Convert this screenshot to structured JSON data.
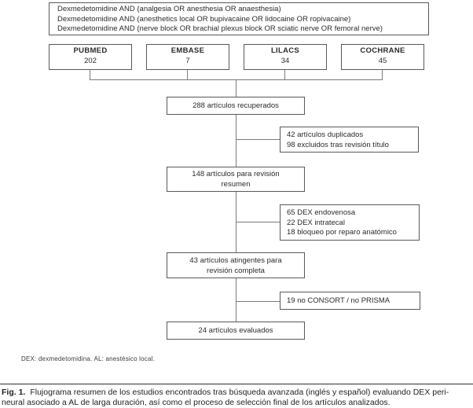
{
  "figure": {
    "kind": "study-selection-flow-diagram",
    "colors": {
      "box_border": "#595959",
      "connector": "#7b7b7b",
      "text": "#2b2b2b",
      "background": "#ffffff"
    }
  },
  "search_box": {
    "lines": [
      "Dexmedetomidine AND (analgesia OR anesthesia OR anaesthesia)",
      "Dexmedetomidine AND (anesthetics local OR bupivacaine OR lidocaine OR ropivacaine)",
      "Dexmedetomidine AND (nerve block OR brachial plexus block OR sciatic nerve OR femoral nerve)"
    ]
  },
  "databases": [
    {
      "name": "PUBMED",
      "count": "202"
    },
    {
      "name": "EMBASE",
      "count": "7"
    },
    {
      "name": "LILACS",
      "count": "34"
    },
    {
      "name": "COCHRANE",
      "count": "45"
    }
  ],
  "flow": {
    "retrieved": {
      "text": "288 artículos recuperados"
    },
    "excluded1": {
      "lines": [
        "42 artículos duplicados",
        "98 excluidos tras revisión título"
      ]
    },
    "abstract_review": {
      "lines": [
        "148 artículos para revisión",
        "resumen"
      ]
    },
    "excluded2": {
      "lines": [
        "65 DEX endovenosa",
        "22 DEX intratecal",
        "18 bloqueo por reparo anatómico"
      ]
    },
    "full_review": {
      "lines": [
        "43 artículos atingentes para",
        "revisión completa"
      ]
    },
    "excluded3": {
      "lines": [
        "19 no CONSORT / no PRISMA"
      ]
    },
    "evaluated": {
      "text": "24 artículos evaluados"
    }
  },
  "footnote": "DEX: dexmedetomidina. AL: anestésico local.",
  "caption": {
    "label": "Fig. 1.",
    "line1": "Flujograma resumen de los estudios encontrados tras búsqueda avanzada (inglés y español) evaluando DEX peri-",
    "line2": "neural asociado a AL de larga duración, así como el proceso de selección final de los artículos analizados."
  }
}
